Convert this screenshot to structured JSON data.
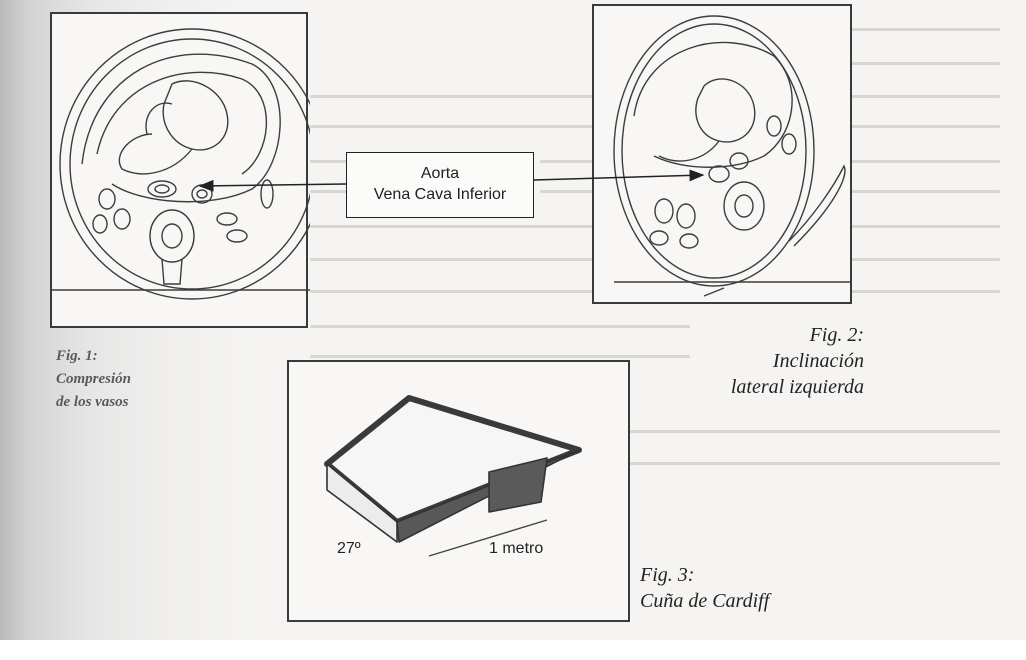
{
  "callout": {
    "line1": "Aorta",
    "line2": "Vena Cava Inferior"
  },
  "fig1": {
    "number": "Fig. 1:",
    "title_line1": "Compresión",
    "title_line2": "de los vasos"
  },
  "fig2": {
    "number": "Fig. 2:",
    "title_line1": "Inclinación",
    "title_line2": "lateral izquierda"
  },
  "fig3": {
    "number": "Fig. 3:",
    "title": "Cuña de Cardiff",
    "angle_label": "27º",
    "length_label": "1 metro"
  }
}
